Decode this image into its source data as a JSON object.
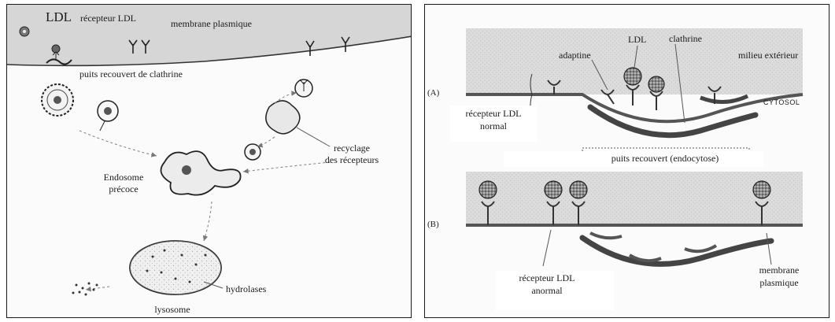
{
  "left_panel": {
    "ldl": "LDL",
    "ldl_receptor": "récepteur LDL",
    "plasma_membrane": "membrane plasmique",
    "coated_pit": "puits recouvert de clathrine",
    "endosome_line1": "Endosome",
    "endosome_line2": "précoce",
    "recycling_line1": "recyclage",
    "recycling_line2": "des récepteurs",
    "hydrolases": "hydrolases",
    "lysosome": "lysosome"
  },
  "right_panel": {
    "label_a": "(A)",
    "label_b": "(B)",
    "ldl": "LDL",
    "clathrin": "clathrine",
    "adaptin": "adaptine",
    "extracellular": "milieu extérieur",
    "cytosol": "CYTOSOL",
    "normal_receptor_line1": "récepteur LDL",
    "normal_receptor_line2": "normal",
    "coated_pit": "puits recouvert (endocytose)",
    "abnormal_receptor_line1": "récepteur LDL",
    "abnormal_receptor_line2": "anormal",
    "membrane_line1": "membrane",
    "membrane_line2": "plasmique"
  }
}
